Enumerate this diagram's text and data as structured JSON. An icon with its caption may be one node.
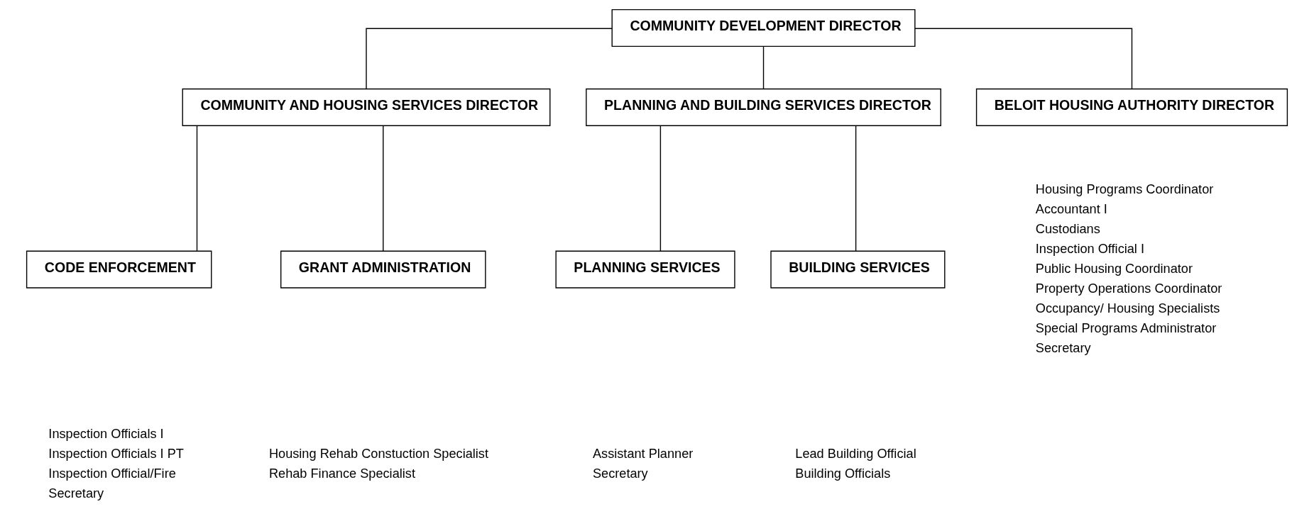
{
  "diagram": {
    "nodes": [
      {
        "text": [
          "COMMUNITY DEVELOPMENT DIRECTOR"
        ]
      },
      {
        "text": [
          "COMMUNITY AND HOUSING SERVICES DIRECTOR"
        ]
      },
      {
        "text": [
          "PLANNING AND BUILDING SERVICES DIRECTOR"
        ]
      },
      {
        "text": [
          "BELOIT HOUSING AUTHORITY DIRECTOR"
        ],
        "beside": [
          "Housing Programs Coordinator",
          "Accountant I",
          "Custodians",
          "Inspection Official I",
          "Public Housing Coordinator",
          "Property Operations Coordinator",
          "Occupancy/ Housing Specialists",
          "Special Programs Administrator",
          "Secretary"
        ]
      },
      {
        "text": [
          "CODE ENFORCEMENT"
        ],
        "beside": [
          "Inspection Officials I",
          "Inspection Officials I PT",
          "Inspection Official/Fire",
          "Secretary"
        ]
      },
      {
        "text": [
          "GRANT ADMINISTRATION"
        ],
        "beside": [
          "Housing Rehab Constuction Specialist",
          "Rehab Finance Specialist"
        ]
      },
      {
        "text": [
          "PLANNING SERVICES"
        ],
        "beside": [
          "Assistant Planner",
          "Secretary"
        ]
      },
      {
        "text": [
          "BUILDING SERVICES"
        ],
        "beside": [
          "Lead Building Official",
          "Building Officials"
        ]
      }
    ],
    "edges": [
      {
        "from": 0,
        "to": 1,
        "arrow": "none"
      },
      {
        "from": 0,
        "to": 2,
        "arrow": "none"
      },
      {
        "from": 0,
        "to": 3,
        "arrow": "none"
      },
      {
        "from": 1,
        "to": 4,
        "arrow": "none"
      },
      {
        "from": 1,
        "to": 5,
        "arrow": "none"
      },
      {
        "from": 2,
        "to": 6,
        "arrow": "none"
      },
      {
        "from": 2,
        "to": 7,
        "arrow": "none"
      }
    ]
  }
}
